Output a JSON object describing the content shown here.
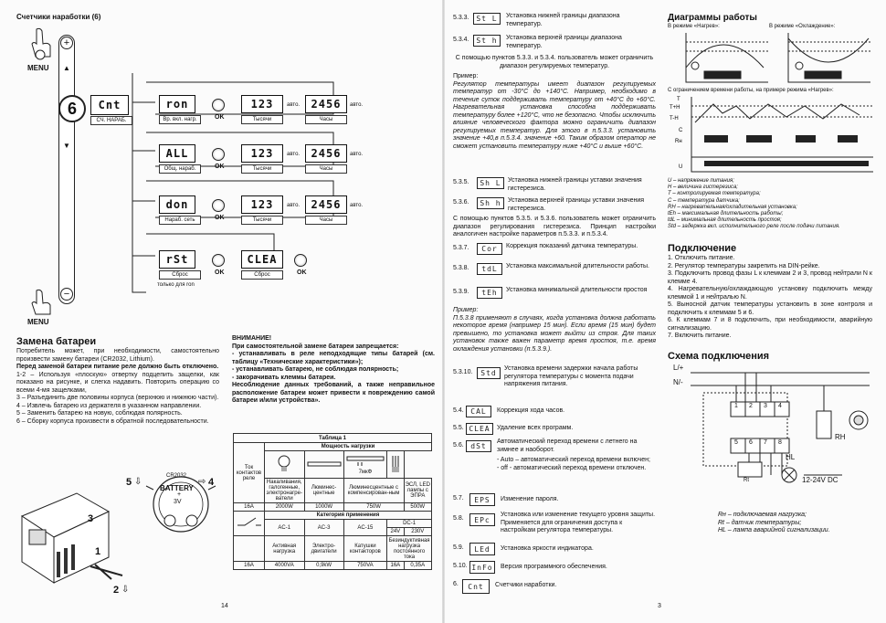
{
  "left": {
    "counters_title": "Счетчики наработки (6)",
    "menu_top": "MENU",
    "menu_bottom": "MENU",
    "step_number": "6",
    "cnt_code": "Cnt",
    "cnt_caption": "СЧ. НАРАБ.",
    "rows": [
      {
        "code": "ron",
        "label": "Вр. вкл. нагр.",
        "ok": "OK",
        "val1": "123",
        "cap1": "Тысячи",
        "val2": "2456",
        "cap2": "Часы",
        "auto1": "авто.",
        "auto2": "авто."
      },
      {
        "code": "ALL",
        "label": "Общ. нараб.",
        "ok": "OK",
        "val1": "123",
        "cap1": "Тысячи",
        "val2": "2456",
        "cap2": "Часы",
        "auto1": "авто.",
        "auto2": "авто."
      },
      {
        "code": "don",
        "label": "Нараб. сеть",
        "ok": "OK",
        "val1": "123",
        "cap1": "Тысячи",
        "val2": "2456",
        "cap2": "Часы",
        "auto1": "авто.",
        "auto2": "авто."
      }
    ],
    "reset": {
      "code": "rSt",
      "label": "Сброс",
      "ok": "OK",
      "clear_code": "CLEA",
      "clear_label": "Сброс",
      "ok2": "OK",
      "note": "только для ron"
    },
    "battery_title": "Замена батареи",
    "battery_p1": "Потребитель может, при необходимости, самостоятельно произвести замену батареи (CR2032, Lithium).",
    "battery_p2": "Перед заменой батареи питание реле должно быть отключено.",
    "steps": [
      "1-2 – Используя «плоскую» отвертку подцепить защелки, как показано на рисунке, и слегка надавить. Повторить операцию со всеми 4-мя защелками,",
      "3 – Разъединить две половины корпуса (верхнюю и нижнюю части).",
      "4 – Извлечь батарею из держателя в указанном направлении.",
      "5 – Заменить батарею на новую, соблюдая полярность.",
      "6 – Сборку корпуса произвести в обратной последовательности."
    ],
    "warning_title": "ВНИМАНИЕ!",
    "warning_lines": [
      "При самостоятельной замене батареи запрещается:",
      "- устанавливать в реле неподходящие типы батарей (см. таблицу «Технические характеристики»);",
      "- устанавливать батарею, не соблюдая полярность;",
      "- закорачивать клеммы батареи.",
      "Несоблюдение данных требований, а также неправильное расположение батареи может привести к повреждению самой батареи и/или устройства»."
    ],
    "battery_label": "BATTERY",
    "battery_model": "CR2032",
    "battery_voltage": "3V",
    "battery_plus": "+",
    "fig_numbers": [
      "5",
      "4",
      "1",
      "2",
      "3"
    ],
    "page_number": "14",
    "table": {
      "title": "Таблица 1",
      "head_current": "Ток контактов реле",
      "head_power": "Мощность нагрузки",
      "loads": [
        "Накаливания, галогенные, электронагре-ватели",
        "Люминес-центные",
        "Люминесцентные с компенсирован-ным",
        "ЭСЛ, LED лампы с ЭПРА"
      ],
      "cap_label": "7мкФ",
      "row1": [
        "16А",
        "2000W",
        "1000W",
        "750W",
        "500W"
      ],
      "head_category": "Категория применения",
      "cats": [
        "AC-1",
        "AC-3",
        "AC-15",
        "DC-1"
      ],
      "dc_volts": [
        "24V",
        "230V"
      ],
      "cat_desc": [
        "Активная нагрузка",
        "Электро-двигатели",
        "Катушки контакторов",
        "Безиндуктивная нагрузка постоянного тока"
      ],
      "row2": [
        "16А",
        "4000VA",
        "0,9kW",
        "750VA",
        "16A",
        "0,35A"
      ]
    }
  },
  "right": {
    "items_top": [
      {
        "num": "5.3.3.",
        "code": "St L",
        "text": "Установка нижней границы диапазона температур."
      },
      {
        "num": "5.3.4.",
        "code": "St h",
        "text": "Установка верхней границы диапазона температур."
      }
    ],
    "p_range": "С помощью пунктов 5.3.3. и 5.3.4. пользователь может ограничить диапазон регулируемых температур.",
    "example_label": "Пример:",
    "example_text": "Регулятор температуры имеет диапазон регулируемых температур от -30°С до +140°С. Например, необходимо в течение суток поддерживать температуру от +40°С до +60°С. Нагревательная установка способна поддерживать температуру более +120°С, что не безопасно. Чтобы исключить влияние человеческого фактора можно ограничить диапазон регулируемых температур. Для этого в п.5.3.3. установить значение +40,в п.5.3.4. значение +60. Таким образом оператор не сможет установить температуру ниже +40°С и выше +60°С.",
    "items_hyst": [
      {
        "num": "5.3.5.",
        "code": "Sh L",
        "text": "Установка нижней границы уставки значения гистерезиса."
      },
      {
        "num": "5.3.6.",
        "code": "Sh h",
        "text": "Установка верхней границы уставки значения гистерезиса."
      }
    ],
    "p_hyst": "С помощью пунктов 5.3.5. и 5.3.6. пользователь может ограничить диапазон регулирования гистерезиса. Принцип настройки аналогичен настройке параметров п.5.3.3. и п.5.3.4.",
    "items_mid": [
      {
        "num": "5.3.7.",
        "code": "Cor",
        "text": "Коррекция показаний датчика температуры."
      },
      {
        "num": "5.3.8.",
        "code": "tdL",
        "text": "Установка максимальной длительности работы."
      },
      {
        "num": "5.3.9.",
        "code": "tEh",
        "text": "Установка минимальной длительности простоя"
      }
    ],
    "note_label": "Пример:",
    "note_text": "П.5.3.8 применяют в случаях, когда установка должна работать некоторое время (например 15 мин). Если время (15 мин) будет превышено, то установка может выйти из строя. Для таких установок также важен параметр время простоя, т.е. время охлаждения установки (п.5.3.9.).",
    "item_std": {
      "num": "5.3.10.",
      "code": "Std",
      "text": "Установка времени задержки начала работы регулятора температуры с момента подачи напряжения питания."
    },
    "items_low": [
      {
        "num": "5.4.",
        "code": "CAL",
        "text": "Коррекция хода часов."
      },
      {
        "num": "5.5.",
        "code": "CLEA",
        "text": "Удаление всех программ."
      },
      {
        "num": "5.6.",
        "code": "dSt",
        "text": "Автоматический переход времени с летнего на зимнее и наоборот."
      }
    ],
    "dst_auto": "- Auto – автоматический переход времени включен;",
    "dst_off": "- off - автоматический переход времени отключен.",
    "items_end": [
      {
        "num": "5.7.",
        "code": "EPS",
        "text": "Изменение пароля."
      },
      {
        "num": "5.8.",
        "code": "EPc",
        "text": "Установка или изменение текущего уровня защиты. Применяется для ограничения доступа к настройкам регулятора температуры."
      },
      {
        "num": "5.9.",
        "code": "LEd",
        "text": "Установка яркости индикатора."
      },
      {
        "num": "5.10.",
        "code": "InFo",
        "text": "Версия программного обеспечения."
      },
      {
        "num": "6.",
        "code": "Cnt",
        "text": "Счетчики наработки."
      }
    ],
    "diagrams_title": "Диаграммы работы",
    "mode_heat": "В режиме «Нагрев»:",
    "mode_cool": "В режиме «Охлаждение»:",
    "diagram_caption": "С ограничением времени работы, на примере режима «Нагрев»:",
    "legend": [
      "U – напряжение питания;",
      "H – величина гистерезиса;",
      "T – контролируемая температура;",
      "C – температура датчика;",
      "RH – нагревательная/охладительная установка;",
      "tEh – максимальная длительность работы;",
      "tdL – минимальная длительность простоя;",
      "Std – задержка вкл. исполнительного реле после подачи питания."
    ],
    "connect_title": "Подключение",
    "connect_steps": [
      "1. Отключить питание.",
      "2. Регулятор температуры закрепить на DIN-рейке.",
      "3. Подключить провод фазы L к клеммам 2 и 3, провод нейтрали N к клемме 4.",
      "4. Нагревательную/охлаждающую установку подключить между клеммой 1 и нейтралью N.",
      "5. Выносной датчик температуры установить в зоне контроля и подключить к клеммам 5 и 6.",
      "6. К клеммам 7 и 8 подключить, при необходимости, аварийную сигнализацию.",
      "7. Включить питание."
    ],
    "scheme_title": "Схема подключения",
    "scheme_L": "L/+",
    "scheme_N": "N/-",
    "terminals_top": [
      "1",
      "2",
      "3",
      "4"
    ],
    "terminals_bot": [
      "5",
      "6",
      "7",
      "8"
    ],
    "rh": "RH",
    "hl": "HL",
    "rt": "Rt",
    "dc": "12-24V DC",
    "scheme_legend": [
      "Rн – подключаемая нагрузка;",
      "Rt – датчик температуры;",
      "HL – лампа аварийной сигнализации."
    ],
    "page_number": "3",
    "diag_axis": [
      "T",
      "T+H",
      "T-H",
      "C",
      "Rн",
      "U"
    ]
  }
}
